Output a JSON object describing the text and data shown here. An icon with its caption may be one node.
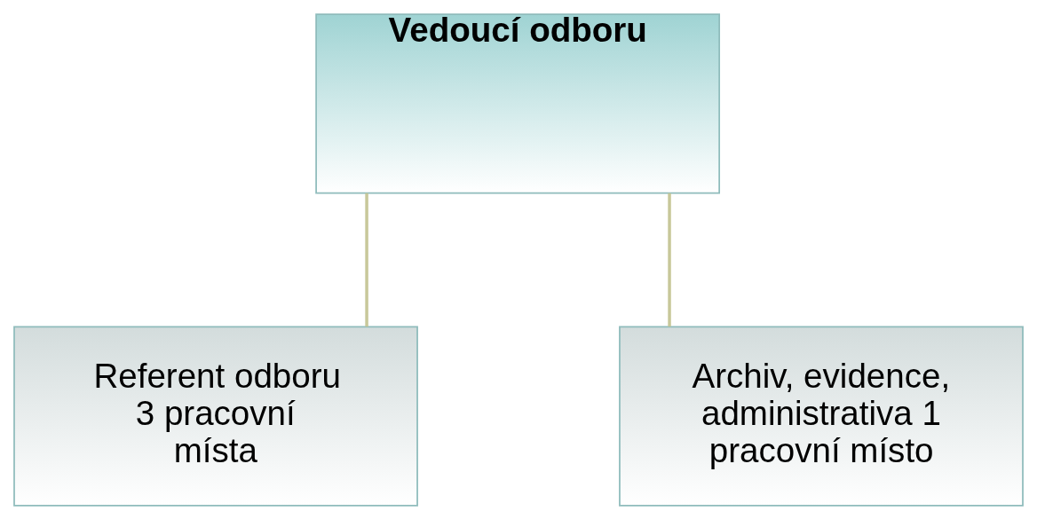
{
  "diagram": {
    "nodes": [
      {
        "text": [
          "Vedoucí odboru"
        ]
      },
      {
        "text": [
          "Referent odboru 3 pracovní místa"
        ]
      },
      {
        "text": [
          "Archiv, evidence, administrativa 1 pracovní místo"
        ]
      }
    ],
    "edges": [
      {
        "from": 0,
        "to": 1,
        "arrow": "none"
      },
      {
        "from": 0,
        "to": 2,
        "arrow": "none"
      }
    ]
  }
}
